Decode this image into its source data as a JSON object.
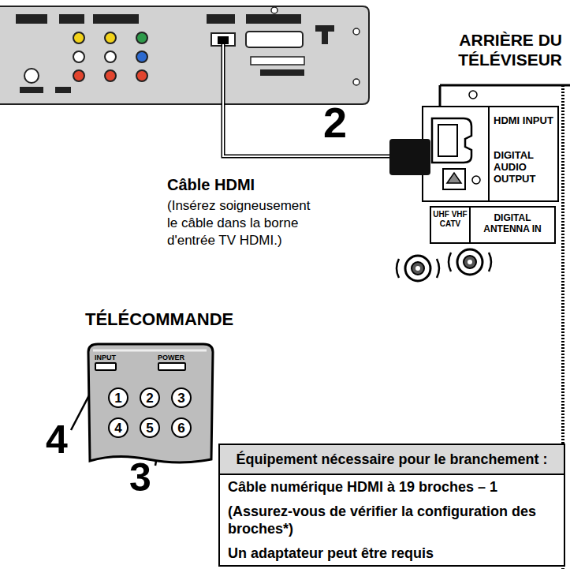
{
  "diagram": {
    "nodes": [
      {
        "text": [
          "TÉLÉCOMMANDE"
        ]
      },
      {
        "text": [
          "INPUT"
        ],
        "in": 0
      },
      {
        "text": [
          "POWER"
        ],
        "in": 0
      },
      {
        "text": [
          "1"
        ],
        "in": 0
      },
      {
        "text": [
          "2"
        ],
        "in": 0
      },
      {
        "text": [
          "3"
        ],
        "in": 0
      },
      {
        "text": [
          "4"
        ],
        "in": 0
      },
      {
        "text": [
          "5"
        ],
        "in": 0
      },
      {
        "text": [
          "6"
        ],
        "in": 0
      },
      {
        "text": [
          "Équipement nécessaire pour le branchement :",
          "Câble numérique HDMI à 19 broches – 1",
          "(Assurez-vous de vérifier la configuration des broches*)",
          "Un adaptateur peut être requis"
        ]
      }
    ],
    "labels": [
      "ARRIÈRE DU TÉLÉVISEUR",
      "2",
      "Câble HDMI",
      "(Insérez soigneusement le câble dans la borne d'entrée TV HDMI.)",
      "HDMI INPUT",
      "DIGITAL AUDIO OUTPUT",
      "UHF VHF CATV",
      "DIGITAL ANTENNA IN",
      "4",
      "3"
    ]
  }
}
